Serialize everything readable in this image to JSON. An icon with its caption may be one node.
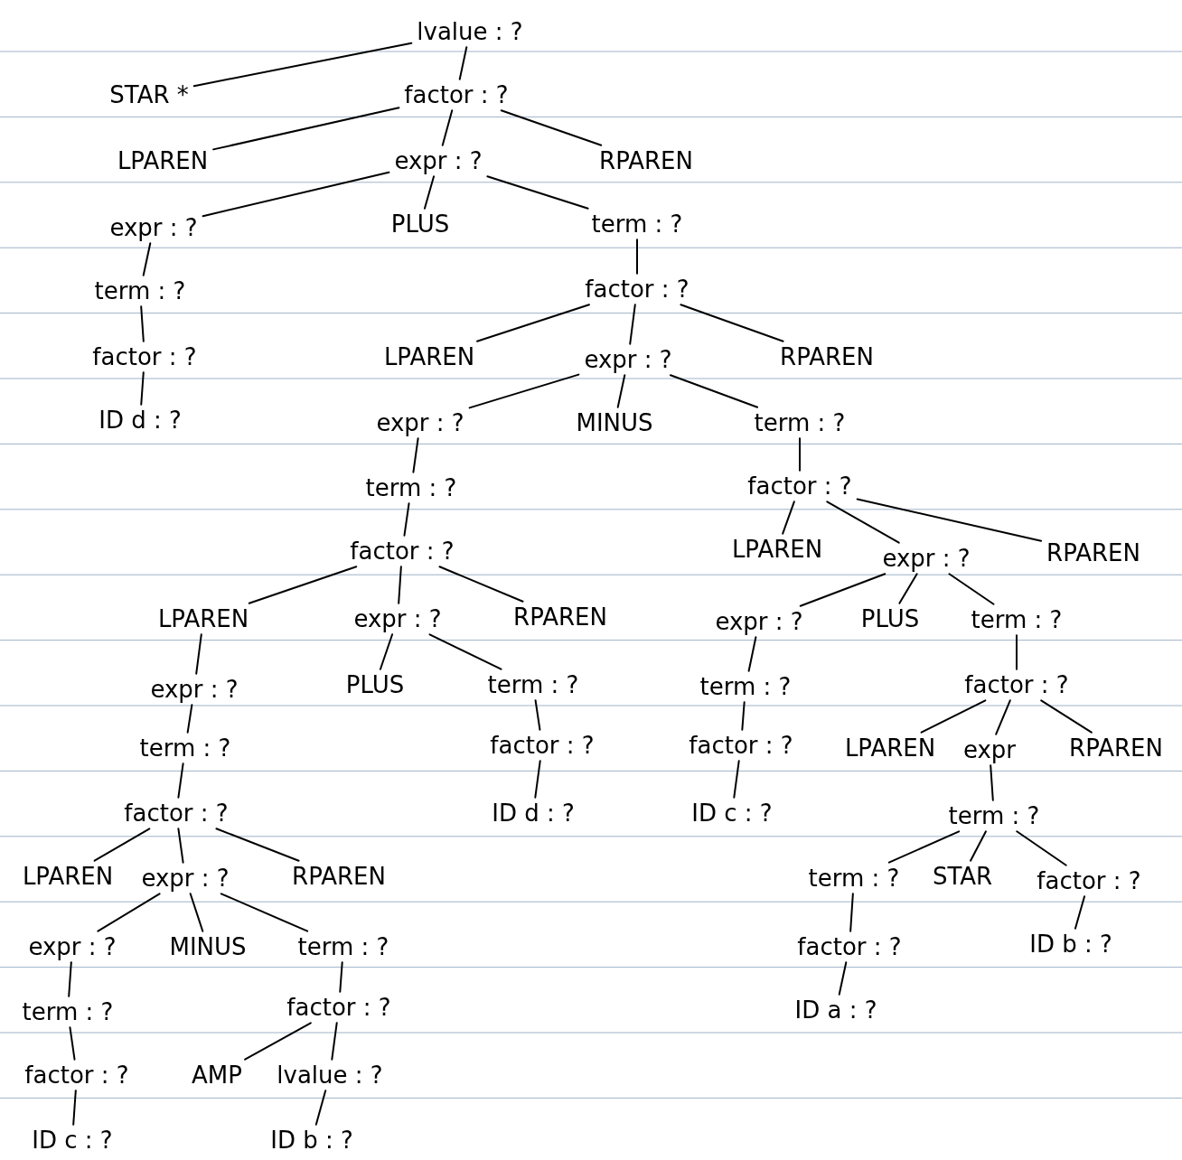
{
  "diagram": {
    "nodes": [
      {
        "text": [
          "lvalue : ?"
        ]
      },
      {
        "text": [
          "STAR *"
        ]
      },
      {
        "text": [
          "factor : ?"
        ]
      },
      {
        "text": [
          "LPAREN"
        ]
      },
      {
        "text": [
          "expr : ?"
        ]
      },
      {
        "text": [
          "RPAREN"
        ]
      },
      {
        "text": [
          "expr : ?"
        ]
      },
      {
        "text": [
          "PLUS"
        ]
      },
      {
        "text": [
          "term : ?"
        ]
      },
      {
        "text": [
          "term : ?"
        ]
      },
      {
        "text": [
          "factor : ?"
        ]
      },
      {
        "text": [
          "factor : ?"
        ]
      },
      {
        "text": [
          "LPAREN"
        ]
      },
      {
        "text": [
          "expr : ?"
        ]
      },
      {
        "text": [
          "RPAREN"
        ]
      },
      {
        "text": [
          "ID d : ?"
        ]
      },
      {
        "text": [
          "expr : ?"
        ]
      },
      {
        "text": [
          "MINUS"
        ]
      },
      {
        "text": [
          "term : ?"
        ]
      },
      {
        "text": [
          "term : ?"
        ]
      },
      {
        "text": [
          "factor : ?"
        ]
      },
      {
        "text": [
          "factor : ?"
        ]
      },
      {
        "text": [
          "LPAREN"
        ]
      },
      {
        "text": [
          "expr : ?"
        ]
      },
      {
        "text": [
          "RPAREN"
        ]
      },
      {
        "text": [
          "LPAREN"
        ]
      },
      {
        "text": [
          "expr : ?"
        ]
      },
      {
        "text": [
          "RPAREN"
        ]
      },
      {
        "text": [
          "expr : ?"
        ]
      },
      {
        "text": [
          "PLUS"
        ]
      },
      {
        "text": [
          "term : ?"
        ]
      },
      {
        "text": [
          "expr : ?"
        ]
      },
      {
        "text": [
          "PLUS"
        ]
      },
      {
        "text": [
          "term : ?"
        ]
      },
      {
        "text": [
          "term : ?"
        ]
      },
      {
        "text": [
          "factor : ?"
        ]
      },
      {
        "text": [
          "term : ?"
        ]
      },
      {
        "text": [
          "factor : ?"
        ]
      },
      {
        "text": [
          "factor : ?"
        ]
      },
      {
        "text": [
          "LPAREN"
        ]
      },
      {
        "text": [
          "expr"
        ]
      },
      {
        "text": [
          "RPAREN"
        ]
      },
      {
        "text": [
          "factor : ?"
        ]
      },
      {
        "text": [
          "ID d : ?"
        ]
      },
      {
        "text": [
          "ID c : ?"
        ]
      },
      {
        "text": [
          "term : ?"
        ]
      },
      {
        "text": [
          "LPAREN"
        ]
      },
      {
        "text": [
          "expr : ?"
        ]
      },
      {
        "text": [
          "RPAREN"
        ]
      },
      {
        "text": [
          "term : ?"
        ]
      },
      {
        "text": [
          "STAR"
        ]
      },
      {
        "text": [
          "factor : ?"
        ]
      },
      {
        "text": [
          "expr : ?"
        ]
      },
      {
        "text": [
          "MINUS"
        ]
      },
      {
        "text": [
          "term : ?"
        ]
      },
      {
        "text": [
          "factor : ?"
        ]
      },
      {
        "text": [
          "ID b : ?"
        ]
      },
      {
        "text": [
          "term : ?"
        ]
      },
      {
        "text": [
          "factor : ?"
        ]
      },
      {
        "text": [
          "ID a : ?"
        ]
      },
      {
        "text": [
          "factor : ?"
        ]
      },
      {
        "text": [
          "AMP"
        ]
      },
      {
        "text": [
          "lvalue : ?"
        ]
      },
      {
        "text": [
          "ID c : ?"
        ]
      },
      {
        "text": [
          "ID b : ?"
        ]
      }
    ],
    "edges": [
      {
        "from": 0,
        "to": 1,
        "arrow": "none"
      },
      {
        "from": 0,
        "to": 2,
        "arrow": "none"
      },
      {
        "from": 2,
        "to": 3,
        "arrow": "none"
      },
      {
        "from": 2,
        "to": 4,
        "arrow": "none"
      },
      {
        "from": 2,
        "to": 5,
        "arrow": "none"
      },
      {
        "from": 4,
        "to": 6,
        "arrow": "none"
      },
      {
        "from": 4,
        "to": 7,
        "arrow": "none"
      },
      {
        "from": 4,
        "to": 8,
        "arrow": "none"
      },
      {
        "from": 6,
        "to": 9,
        "arrow": "none"
      },
      {
        "from": 9,
        "to": 11,
        "arrow": "none"
      },
      {
        "from": 11,
        "to": 15,
        "arrow": "none"
      },
      {
        "from": 8,
        "to": 10,
        "arrow": "none"
      },
      {
        "from": 10,
        "to": 12,
        "arrow": "none"
      },
      {
        "from": 10,
        "to": 13,
        "arrow": "none"
      },
      {
        "from": 10,
        "to": 14,
        "arrow": "none"
      },
      {
        "from": 13,
        "to": 16,
        "arrow": "none"
      },
      {
        "from": 13,
        "to": 17,
        "arrow": "none"
      },
      {
        "from": 13,
        "to": 18,
        "arrow": "none"
      },
      {
        "from": 16,
        "to": 19,
        "arrow": "none"
      },
      {
        "from": 19,
        "to": 21,
        "arrow": "none"
      },
      {
        "from": 21,
        "to": 25,
        "arrow": "none"
      },
      {
        "from": 21,
        "to": 26,
        "arrow": "none"
      },
      {
        "from": 21,
        "to": 27,
        "arrow": "none"
      },
      {
        "from": 25,
        "to": 31,
        "arrow": "none"
      },
      {
        "from": 26,
        "to": 32,
        "arrow": "none"
      },
      {
        "from": 26,
        "to": 33,
        "arrow": "none"
      },
      {
        "from": 31,
        "to": 36,
        "arrow": "none"
      },
      {
        "from": 36,
        "to": 42,
        "arrow": "none"
      },
      {
        "from": 33,
        "to": 37,
        "arrow": "none"
      },
      {
        "from": 37,
        "to": 43,
        "arrow": "none"
      },
      {
        "from": 42,
        "to": 46,
        "arrow": "none"
      },
      {
        "from": 42,
        "to": 47,
        "arrow": "none"
      },
      {
        "from": 42,
        "to": 48,
        "arrow": "none"
      },
      {
        "from": 47,
        "to": 52,
        "arrow": "none"
      },
      {
        "from": 47,
        "to": 53,
        "arrow": "none"
      },
      {
        "from": 47,
        "to": 54,
        "arrow": "none"
      },
      {
        "from": 52,
        "to": 57,
        "arrow": "none"
      },
      {
        "from": 57,
        "to": 60,
        "arrow": "none"
      },
      {
        "from": 60,
        "to": 63,
        "arrow": "none"
      },
      {
        "from": 54,
        "to": 58,
        "arrow": "none"
      },
      {
        "from": 58,
        "to": 61,
        "arrow": "none"
      },
      {
        "from": 58,
        "to": 62,
        "arrow": "none"
      },
      {
        "from": 62,
        "to": 64,
        "arrow": "none"
      },
      {
        "from": 18,
        "to": 20,
        "arrow": "none"
      },
      {
        "from": 20,
        "to": 22,
        "arrow": "none"
      },
      {
        "from": 20,
        "to": 23,
        "arrow": "none"
      },
      {
        "from": 20,
        "to": 24,
        "arrow": "none"
      },
      {
        "from": 23,
        "to": 28,
        "arrow": "none"
      },
      {
        "from": 23,
        "to": 29,
        "arrow": "none"
      },
      {
        "from": 23,
        "to": 30,
        "arrow": "none"
      },
      {
        "from": 28,
        "to": 34,
        "arrow": "none"
      },
      {
        "from": 34,
        "to": 38,
        "arrow": "none"
      },
      {
        "from": 38,
        "to": 44,
        "arrow": "none"
      },
      {
        "from": 30,
        "to": 35,
        "arrow": "none"
      },
      {
        "from": 35,
        "to": 39,
        "arrow": "none"
      },
      {
        "from": 35,
        "to": 40,
        "arrow": "none"
      },
      {
        "from": 35,
        "to": 41,
        "arrow": "none"
      },
      {
        "from": 40,
        "to": 45,
        "arrow": "none"
      },
      {
        "from": 45,
        "to": 49,
        "arrow": "none"
      },
      {
        "from": 45,
        "to": 50,
        "arrow": "none"
      },
      {
        "from": 45,
        "to": 51,
        "arrow": "none"
      },
      {
        "from": 49,
        "to": 55,
        "arrow": "none"
      },
      {
        "from": 55,
        "to": 59,
        "arrow": "none"
      },
      {
        "from": 51,
        "to": 56,
        "arrow": "none"
      }
    ]
  }
}
